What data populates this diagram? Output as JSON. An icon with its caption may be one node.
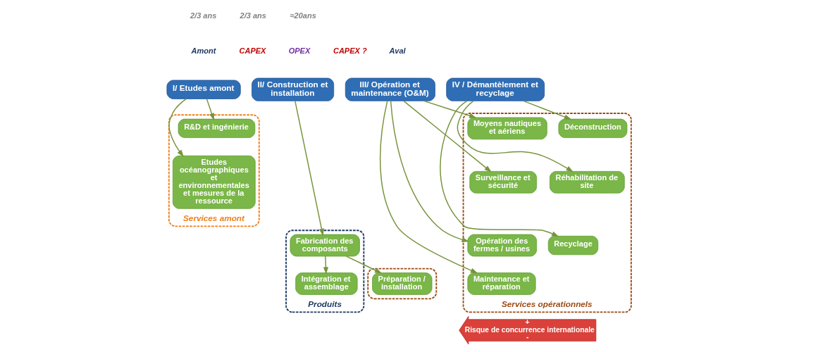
{
  "diagram": {
    "nodes": [
      {
        "text": [
          "I/ Etudes amont"
        ]
      },
      {
        "text": [
          "II/ Construction et installation"
        ]
      },
      {
        "text": [
          "III/ Opération et maintenance (O&M)"
        ]
      },
      {
        "text": [
          "IV / Démantèlement et recyclage"
        ]
      },
      {
        "text": [
          "Services amont"
        ]
      },
      {
        "text": [
          "R&D et ingénierie"
        ],
        "in": 4
      },
      {
        "text": [
          "Etudes océanographiques et environnementales et mesures de la ressource"
        ],
        "in": 4
      },
      {
        "text": [
          "Produits"
        ]
      },
      {
        "text": [
          "Fabrication des composants"
        ],
        "in": 7
      },
      {
        "text": [
          "Intégration et assemblage"
        ],
        "in": 7
      },
      {
        "text": [],
        "shape": "box"
      },
      {
        "text": [
          "Préparation / installation"
        ],
        "in": 10
      },
      {
        "text": [
          "Services opérationnels"
        ]
      },
      {
        "text": [
          "Moyens nautiques et aériens"
        ],
        "in": 12
      },
      {
        "text": [
          "Surveillance et sécurité"
        ],
        "in": 12
      },
      {
        "text": [
          "Opération des fermes / usines"
        ],
        "in": 12
      },
      {
        "text": [
          "Maintenance et réparation"
        ],
        "in": 12
      },
      {
        "text": [
          "Déconstruction"
        ],
        "in": 12
      },
      {
        "text": [
          "Réhabilitation de site"
        ],
        "in": 12
      },
      {
        "text": [
          "Recyclage"
        ],
        "in": 12
      },
      {
        "text": [
          "+",
          "Risque de concurrence internationale",
          "-"
        ]
      }
    ],
    "edges": [
      {
        "from": 0,
        "to": 5,
        "arrow": "to"
      },
      {
        "from": 0,
        "to": 6,
        "arrow": "to"
      },
      {
        "from": 1,
        "to": 8,
        "arrow": "to"
      },
      {
        "from": 8,
        "to": 9,
        "arrow": "to"
      },
      {
        "from": 8,
        "to": 11,
        "arrow": "to"
      },
      {
        "from": 2,
        "to": 13,
        "arrow": "to"
      },
      {
        "from": 2,
        "to": 14,
        "arrow": "to"
      },
      {
        "from": 2,
        "to": 15,
        "arrow": "to"
      },
      {
        "from": 2,
        "to": 16,
        "arrow": "to"
      },
      {
        "from": 3,
        "to": 17,
        "arrow": "to"
      },
      {
        "from": 3,
        "to": 18,
        "arrow": "to"
      },
      {
        "from": 3,
        "to": 19,
        "arrow": "to"
      }
    ],
    "labels": [
      "2/3 ans",
      "2/3 ans",
      "≈20ans",
      "Amont",
      "CAPEX",
      "OPEX",
      "CAPEX ?",
      "Aval"
    ]
  }
}
